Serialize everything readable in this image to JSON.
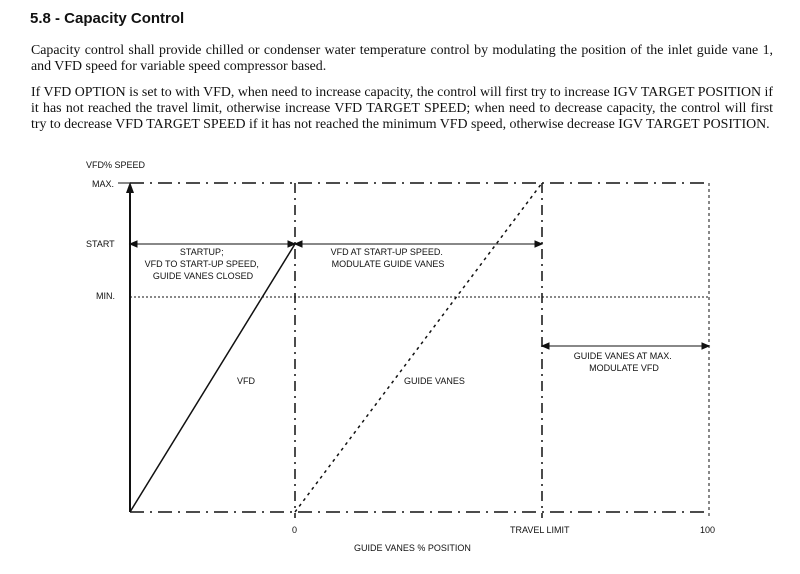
{
  "section": {
    "heading": "5.8 - Capacity Control",
    "paragraph1": "Capacity control shall provide chilled or condenser water temperature control by modulating the position of the inlet guide vane 1, and VFD speed for variable speed compressor based.",
    "paragraph2": "If VFD OPTION is set to with VFD, when need to increase capacity, the control will first try to increase IGV TARGET POSITION if it has not reached the travel limit, otherwise increase VFD TARGET SPEED; when need to decrease capacity, the control will first try to decrease VFD TARGET SPEED if it has not reached the minimum VFD speed, otherwise decrease IGV TARGET POSITION."
  },
  "figure": {
    "y_axis_title": "VFD% SPEED",
    "x_axis_title": "GUIDE VANES % POSITION",
    "y_labels": {
      "max": "MAX.",
      "start": "START",
      "min": "MIN."
    },
    "x_labels": {
      "zero": "0",
      "travel_limit": "TRAVEL LIMIT",
      "hundred": "100"
    },
    "regions": {
      "startup": [
        "STARTUP;",
        "VFD TO START-UP SPEED,",
        "GUIDE VANES CLOSED"
      ],
      "modulate_vanes": [
        "VFD AT START-UP SPEED.",
        "MODULATE GUIDE VANES"
      ],
      "max_vanes": [
        "GUIDE VANES AT MAX.",
        "MODULATE VFD"
      ]
    },
    "curve_labels": {
      "vfd": "VFD",
      "guide_vanes": "GUIDE VANES"
    }
  }
}
